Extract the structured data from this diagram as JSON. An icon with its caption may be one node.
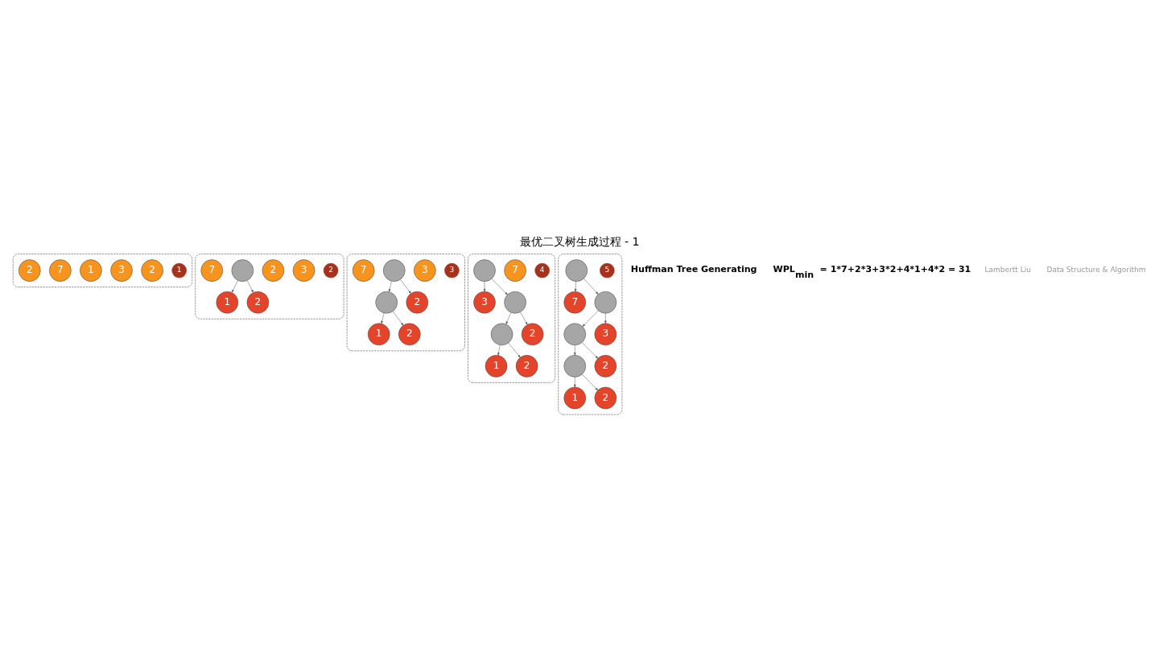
{
  "diagram": {
    "title": "最优二叉树生成过程 - 1",
    "nodes": [
      {
        "text": [],
        "shape": "box"
      },
      {
        "text": [
          "1"
        ],
        "in": 0
      },
      {
        "text": [
          "2"
        ],
        "in": 0
      },
      {
        "text": [
          "3"
        ],
        "in": 0
      },
      {
        "text": [
          "1"
        ],
        "in": 0
      },
      {
        "text": [
          "7"
        ],
        "in": 0
      },
      {
        "text": [
          "2"
        ],
        "in": 0
      },
      {
        "text": [],
        "shape": "box"
      },
      {
        "text": [
          "2"
        ],
        "in": 7
      },
      {
        "text": [
          "3"
        ],
        "in": 7
      },
      {
        "text": [
          "2"
        ],
        "in": 7
      },
      {
        "text": [],
        "shape": "circle",
        "in": 7
      },
      {
        "text": [
          "7"
        ],
        "in": 7
      },
      {
        "text": [
          "1"
        ],
        "in": 7
      },
      {
        "text": [
          "2"
        ],
        "in": 7
      },
      {
        "text": [],
        "shape": "box"
      },
      {
        "text": [
          "3"
        ],
        "in": 15
      },
      {
        "text": [
          "3"
        ],
        "in": 15
      },
      {
        "text": [],
        "shape": "circle",
        "in": 15
      },
      {
        "text": [],
        "shape": "circle",
        "in": 15
      },
      {
        "text": [
          "2"
        ],
        "in": 15
      },
      {
        "text": [
          "7"
        ],
        "in": 15
      },
      {
        "text": [
          "1"
        ],
        "in": 15
      },
      {
        "text": [
          "2"
        ],
        "in": 15
      },
      {
        "text": [],
        "shape": "box"
      },
      {
        "text": [
          "4"
        ],
        "in": 24
      },
      {
        "text": [
          "7"
        ],
        "in": 24
      },
      {
        "text": [],
        "shape": "circle",
        "in": 24
      },
      {
        "text": [
          "3"
        ],
        "in": 24
      },
      {
        "text": [],
        "shape": "circle",
        "in": 24
      },
      {
        "text": [],
        "shape": "circle",
        "in": 24
      },
      {
        "text": [
          "2"
        ],
        "in": 24
      },
      {
        "text": [
          "1"
        ],
        "in": 24
      },
      {
        "text": [
          "2"
        ],
        "in": 24
      },
      {
        "text": [],
        "shape": "box"
      },
      {
        "text": [
          "5"
        ],
        "in": 34
      },
      {
        "text": [],
        "shape": "circle",
        "in": 34
      },
      {
        "text": [
          "7"
        ],
        "in": 34
      },
      {
        "text": [],
        "shape": "circle",
        "in": 34
      },
      {
        "text": [],
        "shape": "circle",
        "in": 34
      },
      {
        "text": [
          "3"
        ],
        "in": 34
      },
      {
        "text": [],
        "shape": "circle",
        "in": 34
      },
      {
        "text": [
          "2"
        ],
        "in": 34
      },
      {
        "text": [
          "1"
        ],
        "in": 34
      },
      {
        "text": [
          "2"
        ],
        "in": 34
      }
    ],
    "edges": [
      {
        "from": 11,
        "to": 13,
        "arrow": "to"
      },
      {
        "from": 11,
        "to": 14,
        "arrow": "to"
      },
      {
        "from": 18,
        "to": 19,
        "arrow": "to"
      },
      {
        "from": 18,
        "to": 20,
        "arrow": "to"
      },
      {
        "from": 19,
        "to": 22,
        "arrow": "to"
      },
      {
        "from": 19,
        "to": 23,
        "arrow": "to"
      },
      {
        "from": 27,
        "to": 29,
        "arrow": "to"
      },
      {
        "from": 27,
        "to": 28,
        "arrow": "to"
      },
      {
        "from": 29,
        "to": 30,
        "arrow": "to"
      },
      {
        "from": 29,
        "to": 31,
        "arrow": "to"
      },
      {
        "from": 30,
        "to": 32,
        "arrow": "to"
      },
      {
        "from": 30,
        "to": 33,
        "arrow": "to"
      },
      {
        "from": 36,
        "to": 37,
        "arrow": "to"
      },
      {
        "from": 36,
        "to": 38,
        "arrow": "to"
      },
      {
        "from": 38,
        "to": 39,
        "arrow": "to"
      },
      {
        "from": 38,
        "to": 40,
        "arrow": "to"
      },
      {
        "from": 39,
        "to": 41,
        "arrow": "to"
      },
      {
        "from": 39,
        "to": 42,
        "arrow": "to"
      },
      {
        "from": 41,
        "to": 43,
        "arrow": "to"
      },
      {
        "from": 41,
        "to": 44,
        "arrow": "to"
      }
    ],
    "labels": [
      "Huffman Tree Generating",
      "WPL$_{min}$ = 1*7+2*3+3*2+4*1+4*2 = 31",
      "Lambertt Liu",
      "Data Structure & Algorithm"
    ]
  }
}
